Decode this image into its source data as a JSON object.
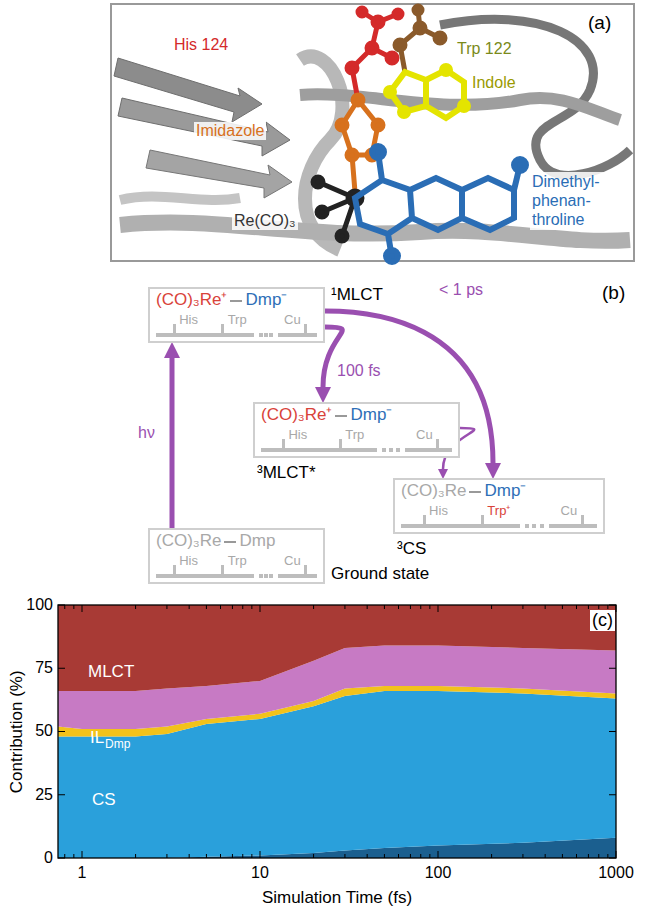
{
  "diagram": {
    "nodes": [
      {
        "text": [
          "(CO)₃Re⁺",
          "Dmp⁻",
          "His",
          "Trp",
          "Cu",
          "¹MLCT"
        ]
      },
      {
        "text": [
          "(CO)₃Re⁺",
          "Dmp⁻",
          "His",
          "Trp",
          "Cu",
          "³MLCT*"
        ]
      },
      {
        "text": [
          "(CO)₃Re",
          "Dmp⁻",
          "His",
          "Trp⁺",
          "Cu",
          "³CS"
        ]
      },
      {
        "text": [
          "(CO)₃Re",
          "Dmp",
          "His",
          "Trp",
          "Cu",
          "Ground state"
        ]
      }
    ],
    "edges": [
      {
        "from": 3,
        "to": 0,
        "arrow": "to",
        "label": "hν"
      },
      {
        "from": 0,
        "to": 1,
        "arrow": "to",
        "label": "100 fs"
      },
      {
        "from": 0,
        "to": 2,
        "arrow": "to",
        "label": "< 1 ps"
      },
      {
        "from": 1,
        "to": 2,
        "arrow": "to"
      }
    ],
    "labels": [
      "(a)",
      "His 124",
      "Imidazole",
      "Trp 122",
      "Indole",
      "Re(CO)₃",
      "Dimethyl- phenan- throline",
      "(b)",
      "(c)",
      "MLCT",
      "IL",
      "Dmp",
      "CS",
      "100",
      "75",
      "50",
      "25",
      "0",
      "1",
      "10",
      "100",
      "1000",
      "Contribution (%)",
      "Simulation Time (fs)"
    ]
  }
}
